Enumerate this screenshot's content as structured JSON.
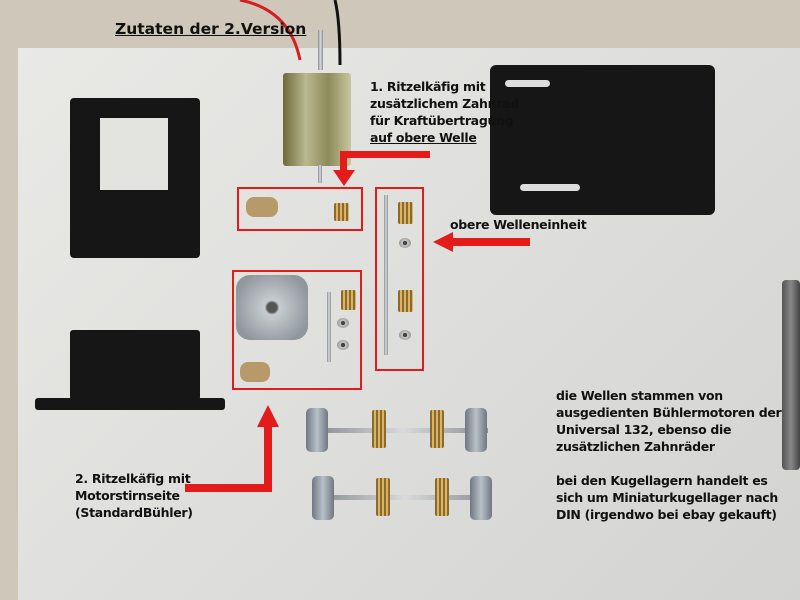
{
  "title": "Zutaten der 2.Version",
  "annotations": {
    "cage1": [
      "1. Ritzelkäfig mit",
      "zusätzlichem Zahnrad",
      "für Kraftübertragung",
      "auf obere Welle"
    ],
    "upper_shaft": "obere Welleneinheit",
    "cage2": [
      "2. Ritzelkäfig mit",
      "Motorstirnseite",
      "(StandardBühler)"
    ],
    "notes_shafts": [
      "die Wellen stammen von",
      "ausgedienten Bühlermotoren der",
      "Universal 132, ebenso die",
      "zusätzlichen Zahnräder"
    ],
    "notes_bearings": [
      "bei den Kugellagern handelt es",
      "sich um Miniaturkugellager nach",
      "DIN (irgendwo bei ebay gekauft)"
    ]
  },
  "colors": {
    "highlight": "#e31b1b"
  }
}
